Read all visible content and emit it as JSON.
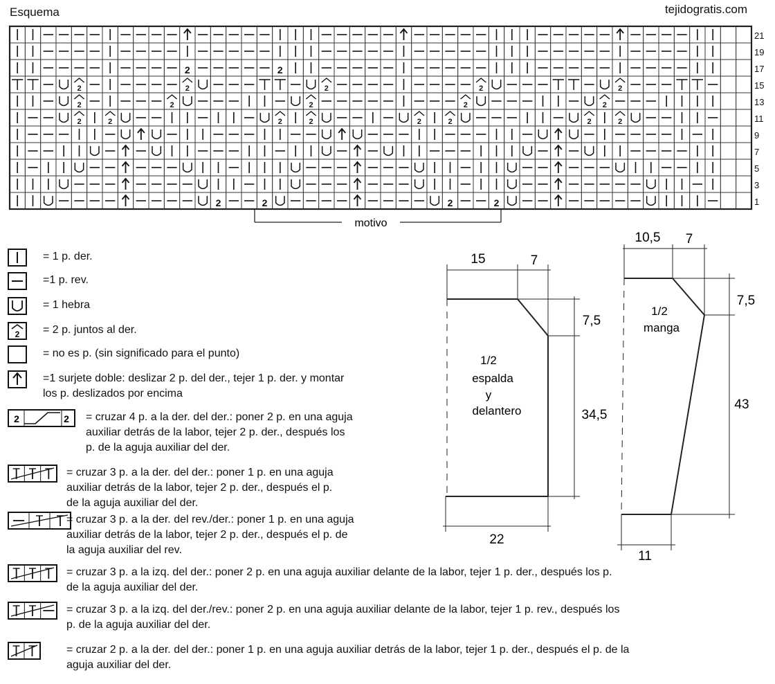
{
  "header": {
    "title": "Esquema",
    "site": "tejidogratis.com"
  },
  "chart": {
    "cols": 48,
    "rows": 11,
    "row_numbers": [
      "21",
      "19",
      "17",
      "15",
      "13",
      "11",
      "9",
      "7",
      "5",
      "3",
      "1"
    ],
    "motivo_label": "motivo",
    "grid_rows": [
      "II----I----↑-----III-----↑-----III-----↑----II",
      "II----I----I-----III-----I-----III-----I----II",
      "II----I----2-----2II-----I-----III-----I----II",
      "TT-V^-I----^V---TT-V^----I----^V---TT-V^---TT-",
      "II-V^-I---^V---II-V^-----I---^V---II-V^---IIII",
      "I--V^I^V--II-II-V^I^V--I-V^I^V---II-V^I^V--II-",
      "I---II-V↑V-II---II--V↑V---II---II-V↑V-I----I-I",
      "I--IIV-↑-VII---II-IIV-↑-VII---IIIV-↑-VII----II",
      "I-IIV--↑---VII-IIIV---↑---VII-IIV--↑---VII--II",
      "IIIV---↑----VII-IIV---↑---VII-IIV--↑-----VII-I",
      "IIV----↑----V2--2V----↑----V2--2V--↑-----VIII-"
    ]
  },
  "legend": {
    "items": [
      {
        "symbol": "I",
        "text": "= 1 p. der."
      },
      {
        "symbol": "–",
        "text": "=1 p. rev."
      },
      {
        "symbol": "V",
        "text": "= 1 hebra"
      },
      {
        "symbol": "^",
        "text": "= 2 p. juntos al der."
      },
      {
        "symbol": "",
        "text": "= no es p. (sin significado para el punto)"
      },
      {
        "symbol": "↑",
        "text": "=1 surjete doble: deslizar 2 p. del der., tejer 1 p. der. y montar\nlos p. deslizados por encima"
      },
      {
        "symbol": "c4",
        "text": "= cruzar 4 p. a la der. del der.: poner 2 p. en una aguja\nauxiliar detrás de la labor, tejer 2 p. der., después los\np. de la aguja auxiliar del der."
      },
      {
        "symbol": "c3a",
        "text": "= cruzar 3 p. a la der. del der.: poner 1 p. en una aguja\nauxiliar detrás de la labor, tejer 2 p. der., después el p.\nde la aguja auxiliar del der."
      },
      {
        "symbol": "c3b",
        "text": "= cruzar 3 p. a la der. del rev./der.: poner 1 p. en una aguja\nauxiliar detrás de la labor, tejer 2 p. der., después el p. de\nla aguja auxiliar del rev."
      },
      {
        "symbol": "c3c",
        "text": "= cruzar 3 p. a la izq. del der.: poner 2 p. en una aguja auxiliar delante de la labor, tejer 1 p. der., después los p.\nde la aguja auxiliar del der."
      },
      {
        "symbol": "c3d",
        "text": "= cruzar 3 p. a la izq. del der./rev.: poner 2 p. en una aguja auxiliar delante de la labor, tejer 1 p. rev., después los\np. de la aguja auxiliar del der."
      },
      {
        "symbol": "c2",
        "text": "= cruzar 2 p. a la der. del der.: poner 1 p. en una aguja auxiliar detrás de la labor, tejer 1 p. der., después el p. de la\naguja auxiliar del der."
      }
    ]
  },
  "schematic_body": {
    "label_lines": [
      "1/2",
      "espalda",
      "y",
      "delantero"
    ],
    "top_left": "15",
    "top_right": "7",
    "right_upper": "7,5",
    "right_lower": "34,5",
    "bottom": "22"
  },
  "schematic_sleeve": {
    "label_lines": [
      "1/2",
      "manga"
    ],
    "top_left": "10,5",
    "top_right": "7",
    "right_upper": "7,5",
    "right_lower": "43",
    "bottom": "11"
  }
}
